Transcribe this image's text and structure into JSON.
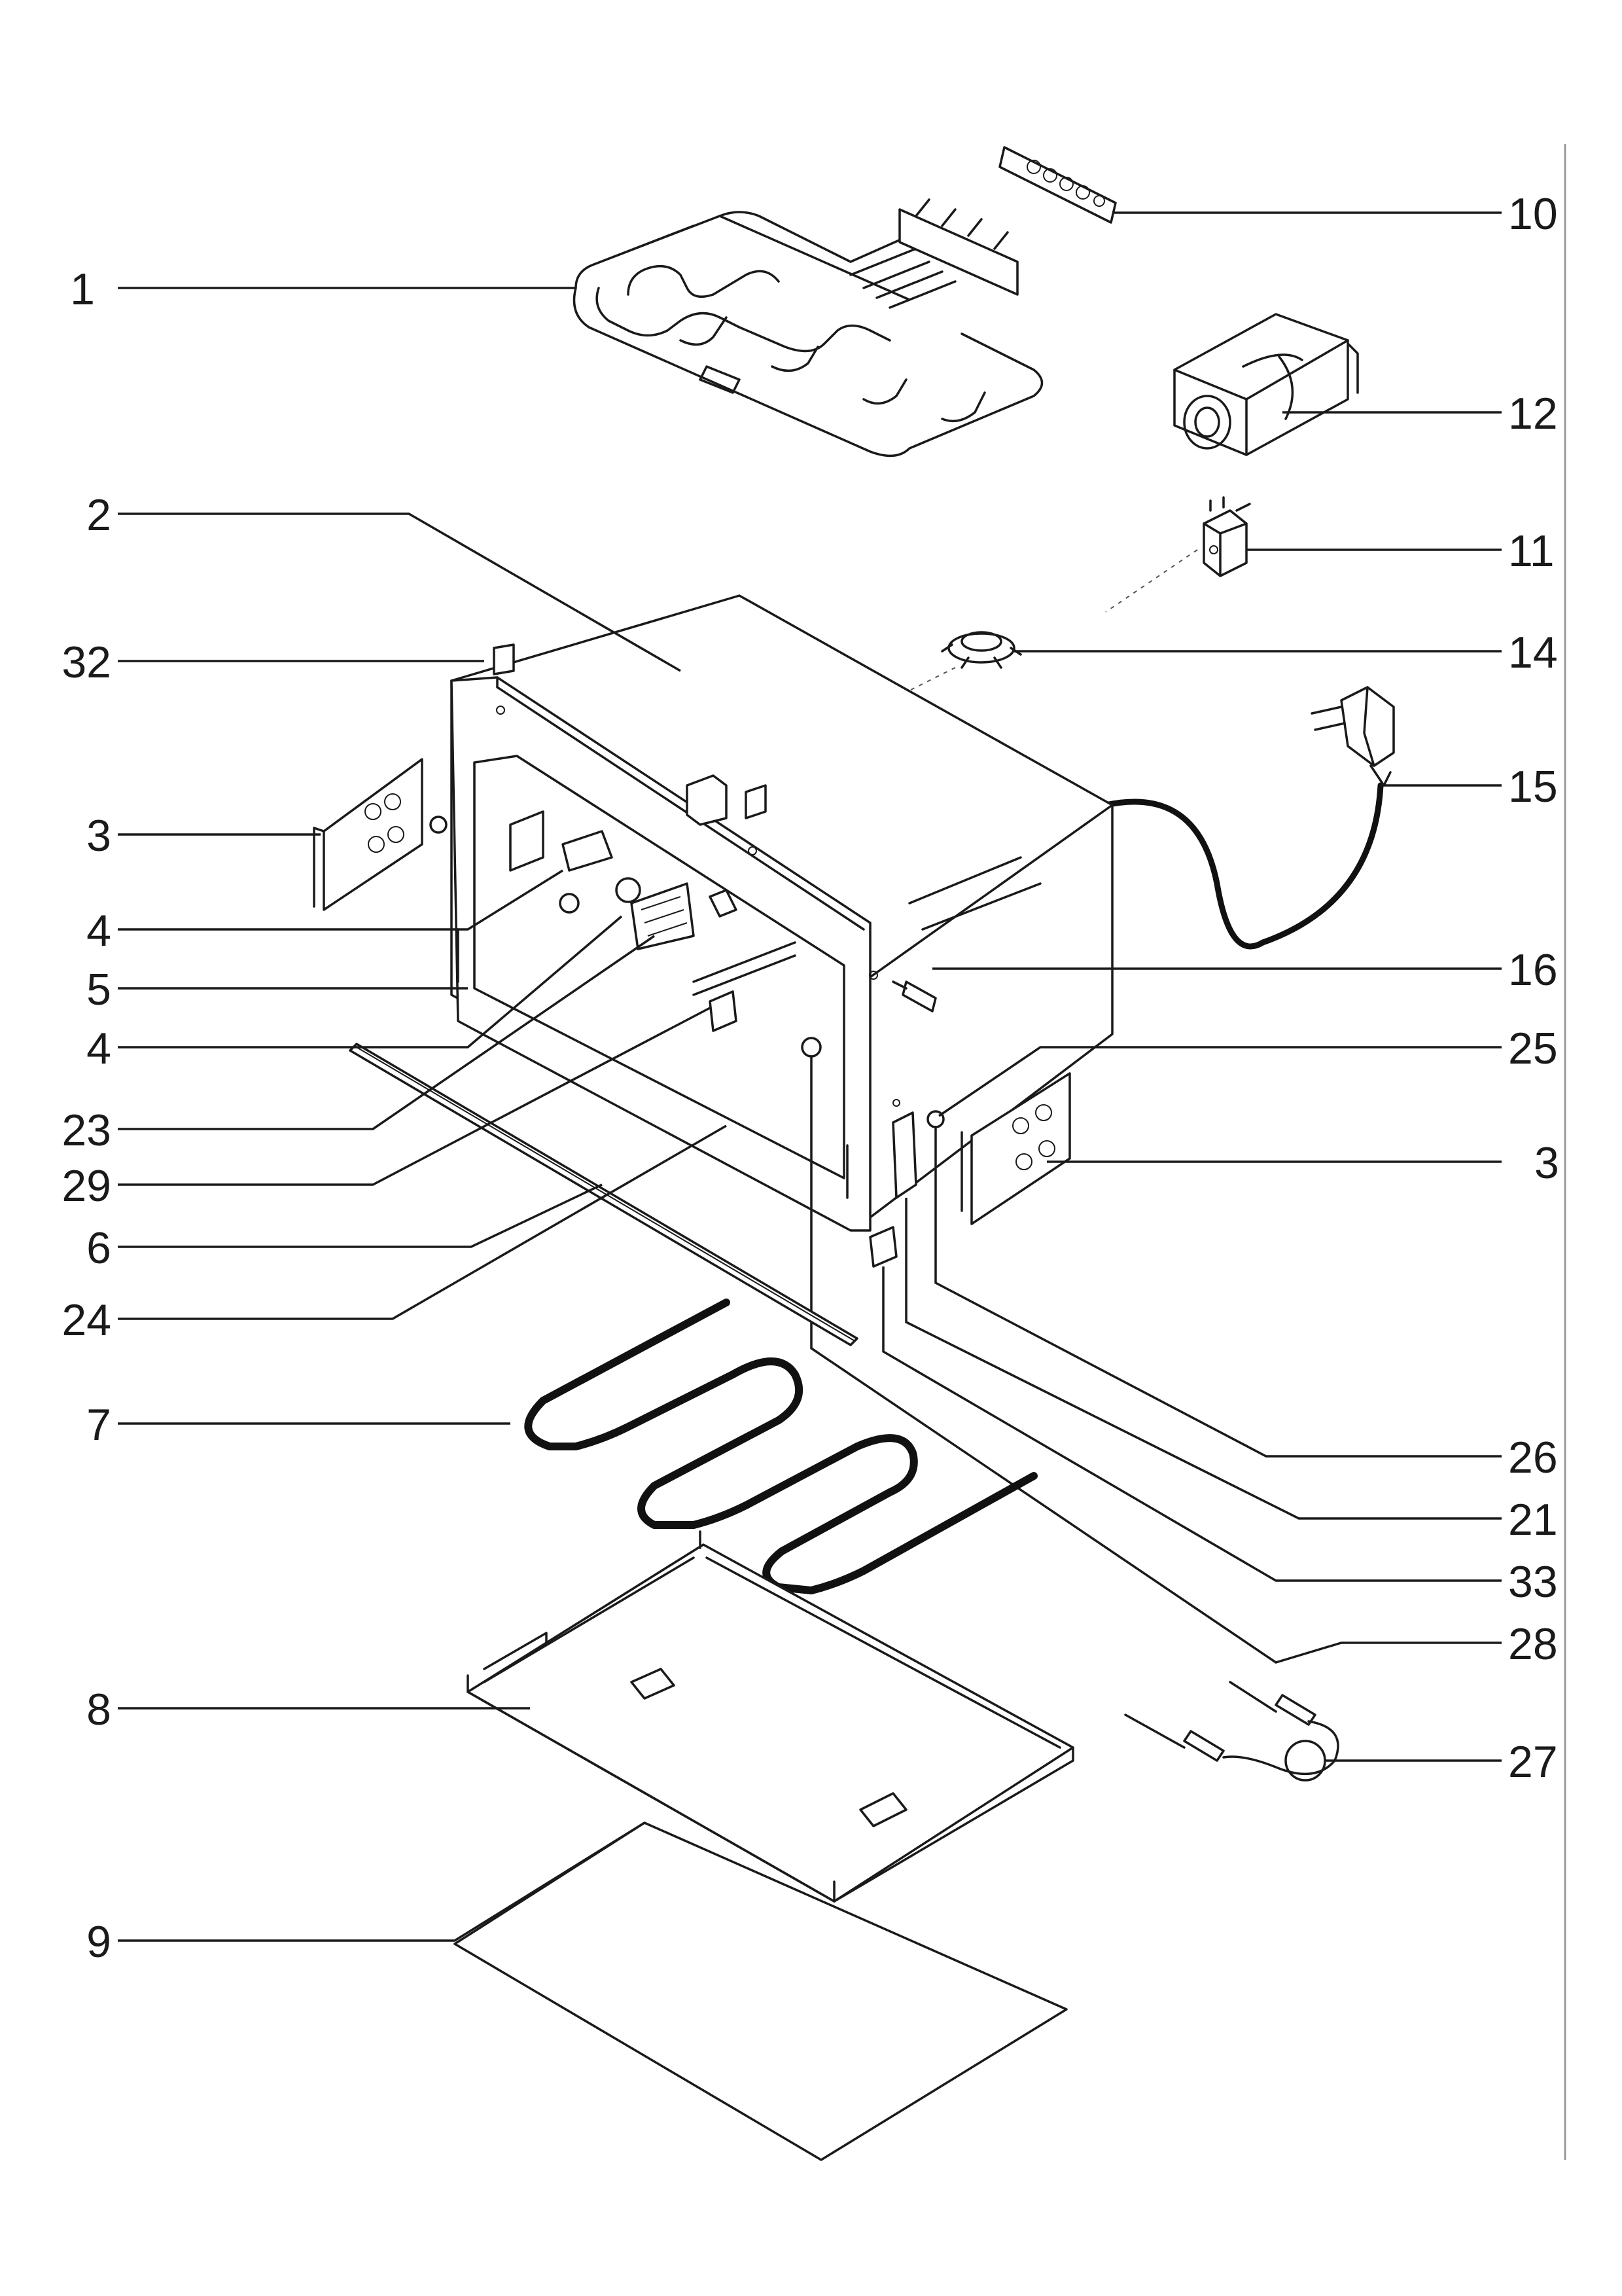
{
  "diagram": {
    "callouts": {
      "c1": "1",
      "c2": "2",
      "c32": "32",
      "c3_left": "3",
      "c4_upper": "4",
      "c5": "5",
      "c4_lower": "4",
      "c23": "23",
      "c29": "29",
      "c6": "6",
      "c24": "24",
      "c7": "7",
      "c8": "8",
      "c9": "9",
      "c10": "10",
      "c12": "12",
      "c11": "11",
      "c14": "14",
      "c15": "15",
      "c16": "16",
      "c25": "25",
      "c3_right": "3",
      "c26": "26",
      "c21": "21",
      "c33": "33",
      "c28": "28",
      "c27": "27"
    }
  }
}
